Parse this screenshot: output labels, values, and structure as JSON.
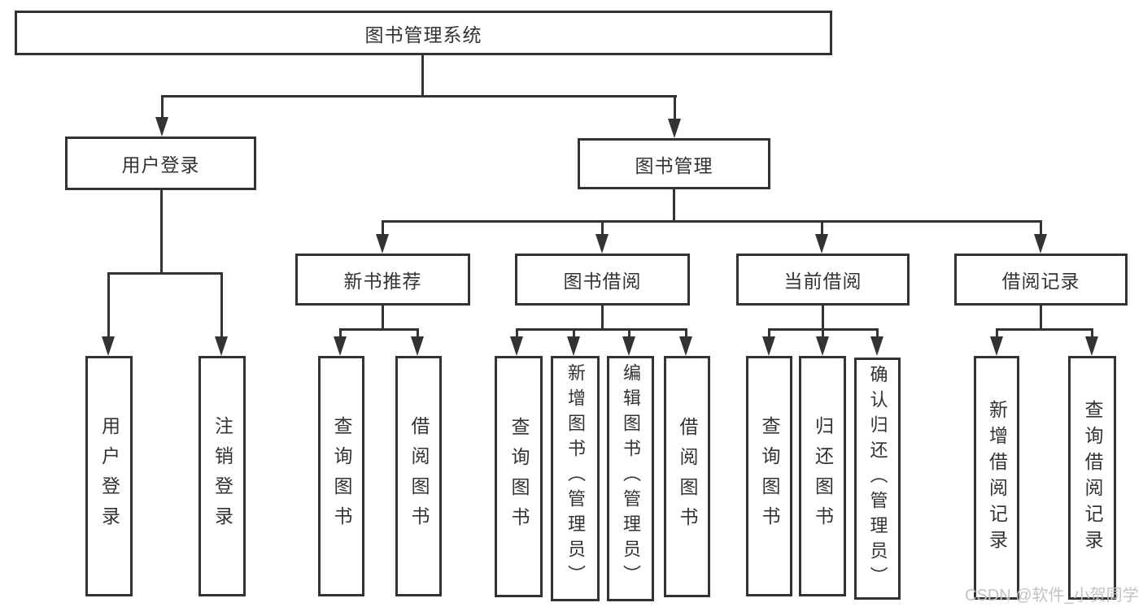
{
  "diagram": {
    "watermark": "CSDN @软件_小贺同学",
    "colors": {
      "line": "#333333",
      "text": "#333333",
      "bg": "#ffffff",
      "watermark": "#c3c3c3"
    },
    "nodes": {
      "root": {
        "label": "图书管理系统"
      },
      "user_login": {
        "label": "用户登录"
      },
      "book_mgmt": {
        "label": "图书管理"
      },
      "leaf_user_login": {
        "label": "用户登录"
      },
      "leaf_logout": {
        "label": "注销登录"
      },
      "new_books": {
        "label": "新书推荐"
      },
      "borrow": {
        "label": "图书借阅"
      },
      "current": {
        "label": "当前借阅"
      },
      "records": {
        "label": "借阅记录"
      },
      "nb_query": {
        "label": "查询图书"
      },
      "nb_borrow": {
        "label": "借阅图书"
      },
      "bw_query": {
        "label": "查询图书"
      },
      "bw_add": {
        "label": "新增图书（管理员）"
      },
      "bw_edit": {
        "label": "编辑图书（管理员）"
      },
      "bw_borrow": {
        "label": "借阅图书"
      },
      "cur_query": {
        "label": "查询图书"
      },
      "cur_return": {
        "label": "归还图书"
      },
      "cur_confirm": {
        "label": "确认归还（管理员）"
      },
      "rec_add": {
        "label": "新增借阅记录"
      },
      "rec_query": {
        "label": "查询借阅记录"
      }
    }
  }
}
